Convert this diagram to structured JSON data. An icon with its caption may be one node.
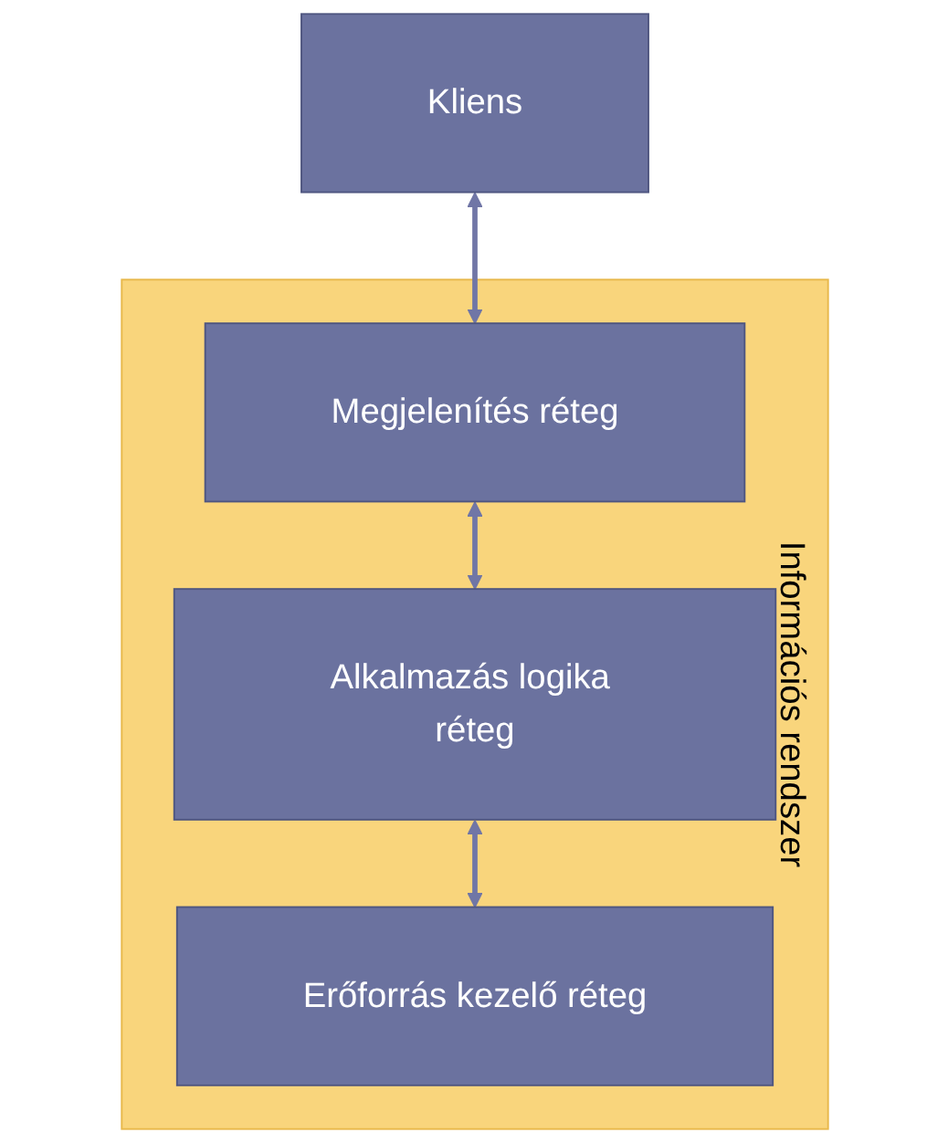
{
  "diagram": {
    "nodes": [
      {
        "text": [
          "Kliens"
        ]
      },
      {
        "text": [
          "Információs rendszer"
        ]
      },
      {
        "text": [
          "Megjelenítés réteg"
        ],
        "in": 1
      },
      {
        "text": [
          "Alkalmazás logika réteg"
        ],
        "in": 1
      },
      {
        "text": [
          "Erőforrás kezelő réteg"
        ],
        "in": 1
      }
    ],
    "edges": [
      {
        "from": 0,
        "to": 2,
        "arrow": "both"
      },
      {
        "from": 2,
        "to": 3,
        "arrow": "both"
      },
      {
        "from": 3,
        "to": 4,
        "arrow": "both"
      }
    ]
  }
}
